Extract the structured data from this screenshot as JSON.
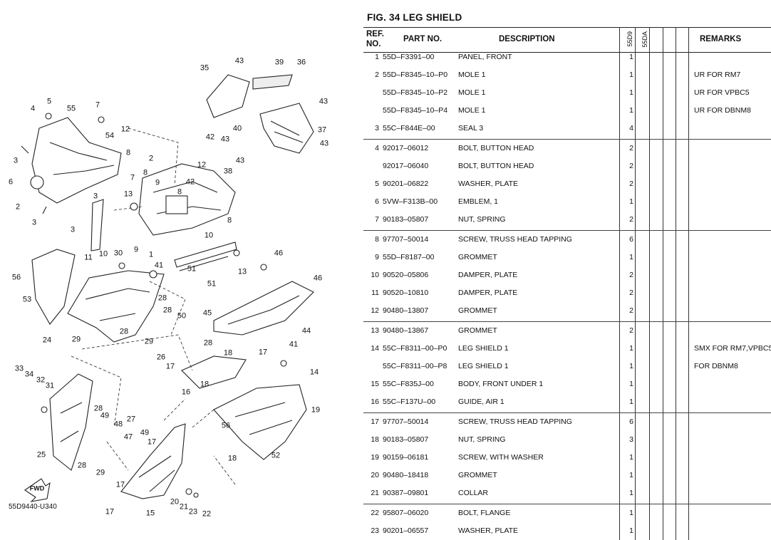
{
  "figure": {
    "label": "FIG.",
    "number": "34",
    "title": "LEG SHIELD"
  },
  "headers": {
    "ref_line1": "REF.",
    "ref_line2": "NO.",
    "part_no": "PART NO.",
    "description": "DESCRIPTION",
    "model_1": "55D9",
    "model_2": "55DA",
    "remarks": "REMARKS"
  },
  "diagram": {
    "code": "55D9440-U340",
    "fwd_label": "FWD",
    "callouts": [
      "35",
      "43",
      "39",
      "36",
      "7",
      "5",
      "4",
      "55",
      "54",
      "12",
      "43",
      "37",
      "43",
      "40",
      "42",
      "43",
      "3",
      "8",
      "12",
      "6",
      "2",
      "7",
      "8",
      "9",
      "43",
      "42",
      "38",
      "3",
      "13",
      "8",
      "3",
      "3",
      "11",
      "10",
      "30",
      "9",
      "1",
      "8",
      "10",
      "46",
      "56",
      "41",
      "51",
      "13",
      "46",
      "53",
      "24",
      "28",
      "28",
      "51",
      "45",
      "28",
      "29",
      "29",
      "26",
      "50",
      "44",
      "28",
      "18",
      "17",
      "41",
      "33",
      "34",
      "32",
      "31",
      "17",
      "16",
      "14",
      "18",
      "28",
      "49",
      "48",
      "27",
      "25",
      "47",
      "49",
      "17",
      "19",
      "56",
      "52",
      "18",
      "28",
      "29",
      "17",
      "20",
      "21",
      "23",
      "22",
      "15",
      "17",
      "2"
    ]
  },
  "rows": [
    {
      "ref": "1",
      "part": "55D–F3391–00",
      "desc": "PANEL, FRONT",
      "qty": "1",
      "remarks": ""
    },
    {
      "ref": "2",
      "part": "55D–F8345–10–P0",
      "desc": "MOLE 1",
      "qty": "1",
      "remarks": "UR FOR RM7"
    },
    {
      "ref": "",
      "part": "55D–F8345–10–P2",
      "desc": "MOLE 1",
      "qty": "1",
      "remarks": "UR FOR VPBC5"
    },
    {
      "ref": "",
      "part": "55D–F8345–10–P4",
      "desc": "MOLE 1",
      "qty": "1",
      "remarks": "UR FOR DBNM8"
    },
    {
      "ref": "3",
      "part": "55C–F844E–00",
      "desc": "SEAL 3",
      "qty": "4",
      "remarks": ""
    },
    {
      "ref": "4",
      "part": "92017–06012",
      "desc": "BOLT, BUTTON HEAD",
      "qty": "2",
      "remarks": ""
    },
    {
      "ref": "",
      "part": "92017–06040",
      "desc": "BOLT, BUTTON HEAD",
      "qty": "2",
      "remarks": ""
    },
    {
      "ref": "5",
      "part": "90201–06822",
      "desc": "WASHER, PLATE",
      "qty": "2",
      "remarks": ""
    },
    {
      "ref": "6",
      "part": "5VW–F313B–00",
      "desc": "EMBLEM, 1",
      "qty": "1",
      "remarks": ""
    },
    {
      "ref": "7",
      "part": "90183–05807",
      "desc": "NUT, SPRING",
      "qty": "2",
      "remarks": ""
    },
    {
      "ref": "8",
      "part": "97707–50014",
      "desc": "SCREW, TRUSS HEAD TAPPING",
      "qty": "6",
      "remarks": ""
    },
    {
      "ref": "9",
      "part": "55D–F8187–00",
      "desc": "GROMMET",
      "qty": "1",
      "remarks": ""
    },
    {
      "ref": "10",
      "part": "90520–05806",
      "desc": "DAMPER, PLATE",
      "qty": "2",
      "remarks": ""
    },
    {
      "ref": "11",
      "part": "90520–10810",
      "desc": "DAMPER, PLATE",
      "qty": "2",
      "remarks": ""
    },
    {
      "ref": "12",
      "part": "90480–13807",
      "desc": "GROMMET",
      "qty": "2",
      "remarks": ""
    },
    {
      "ref": "13",
      "part": "90480–13867",
      "desc": "GROMMET",
      "qty": "2",
      "remarks": ""
    },
    {
      "ref": "14",
      "part": "55C–F8311–00–P0",
      "desc": "LEG SHIELD 1",
      "qty": "1",
      "remarks": "SMX FOR RM7,VPBC5"
    },
    {
      "ref": "",
      "part": "55C–F8311–00–P8",
      "desc": "LEG SHIELD 1",
      "qty": "1",
      "remarks": "FOR DBNM8"
    },
    {
      "ref": "15",
      "part": "55C–F835J–00",
      "desc": "BODY, FRONT UNDER 1",
      "qty": "1",
      "remarks": ""
    },
    {
      "ref": "16",
      "part": "55C–F137U–00",
      "desc": "GUIDE, AIR 1",
      "qty": "1",
      "remarks": ""
    },
    {
      "ref": "17",
      "part": "97707–50014",
      "desc": "SCREW, TRUSS HEAD TAPPING",
      "qty": "6",
      "remarks": ""
    },
    {
      "ref": "18",
      "part": "90183–05807",
      "desc": "NUT, SPRING",
      "qty": "3",
      "remarks": ""
    },
    {
      "ref": "19",
      "part": "90159–06181",
      "desc": "SCREW, WITH WASHER",
      "qty": "1",
      "remarks": ""
    },
    {
      "ref": "20",
      "part": "90480–18418",
      "desc": "GROMMET",
      "qty": "1",
      "remarks": ""
    },
    {
      "ref": "21",
      "part": "90387–09801",
      "desc": "COLLAR",
      "qty": "1",
      "remarks": ""
    },
    {
      "ref": "22",
      "part": "95807–06020",
      "desc": "BOLT, FLANGE",
      "qty": "1",
      "remarks": ""
    },
    {
      "ref": "23",
      "part": "90201–06557",
      "desc": "WASHER, PLATE",
      "qty": "1",
      "remarks": ""
    }
  ]
}
